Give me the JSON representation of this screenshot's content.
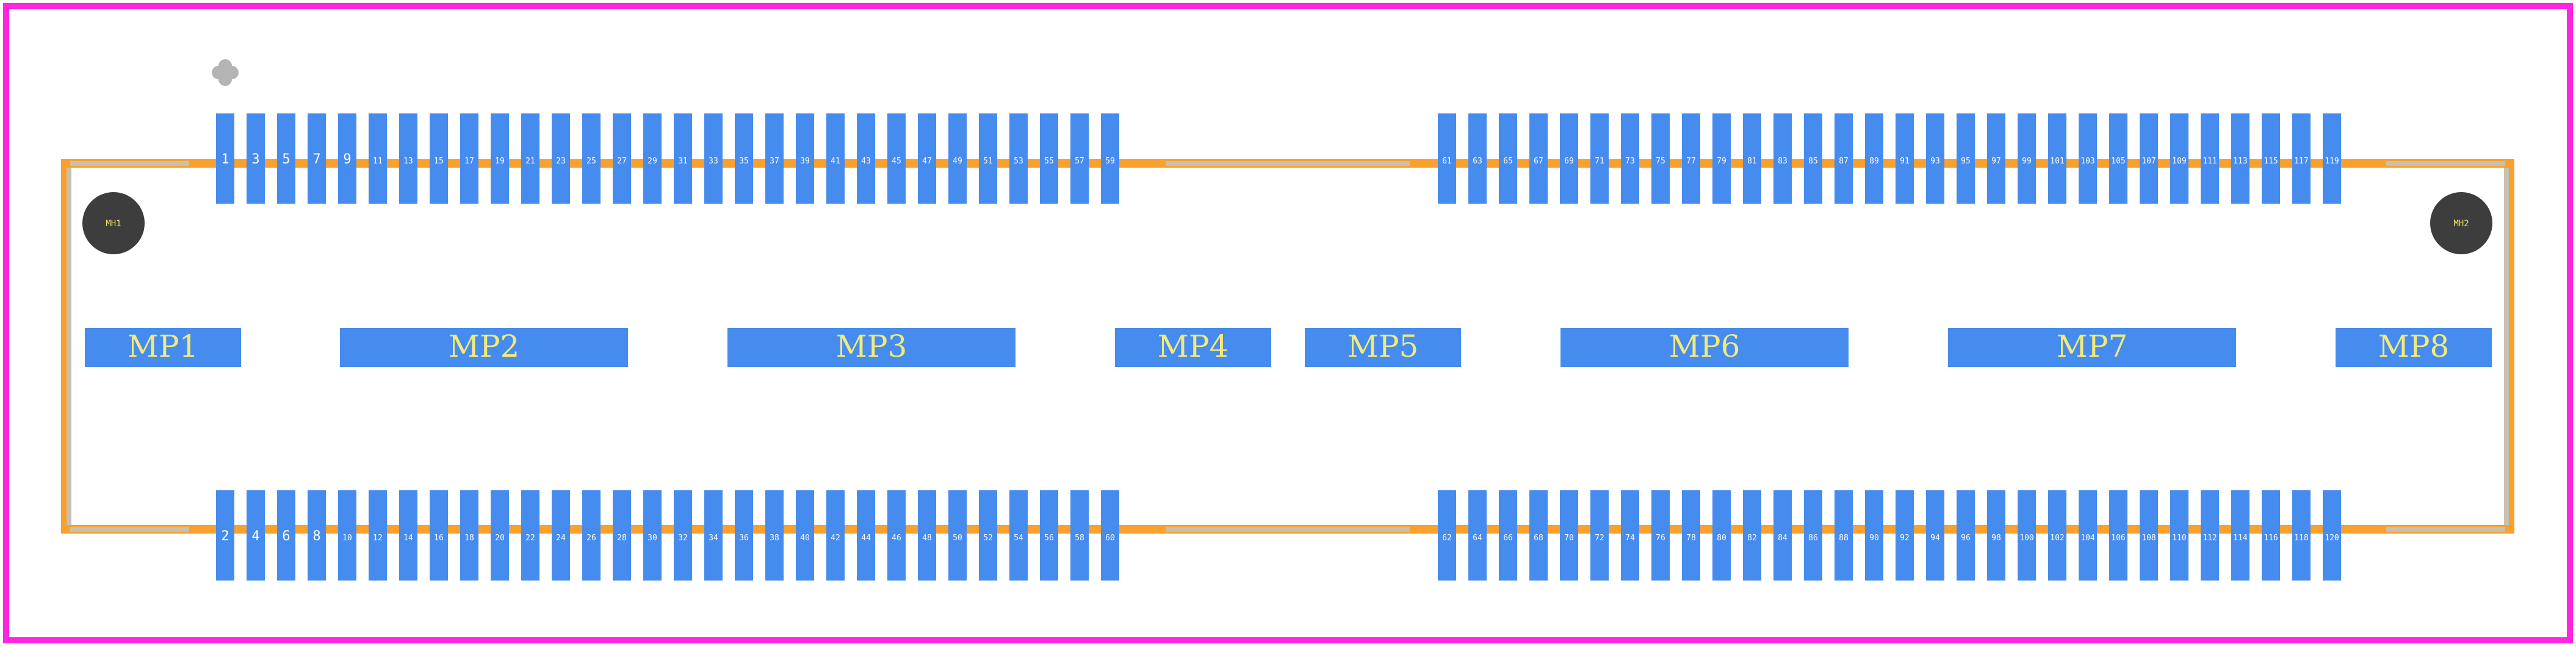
{
  "colors": {
    "background": "#ffffff",
    "board_outline": "#ff26e2",
    "pad": "#468bee",
    "courtyard": "#f9a12c",
    "silkscreen": "#c8c0b0",
    "mounting_hole": "#3d3d3d",
    "pin1_marker": "#b4b4b4"
  },
  "icons": {
    "pin1_marker": "plus-icon"
  },
  "top_row": {
    "left_group": [
      "1",
      "3",
      "5",
      "7",
      "9",
      "11",
      "13",
      "15",
      "17",
      "19",
      "21",
      "23",
      "25",
      "27",
      "29",
      "31",
      "33",
      "35",
      "37",
      "39",
      "41",
      "43",
      "45",
      "47",
      "49",
      "51",
      "53",
      "55",
      "57",
      "59"
    ],
    "right_group": [
      "61",
      "63",
      "65",
      "67",
      "69",
      "71",
      "73",
      "75",
      "77",
      "79",
      "81",
      "83",
      "85",
      "87",
      "89",
      "91",
      "93",
      "95",
      "97",
      "99",
      "101",
      "103",
      "105",
      "107",
      "109",
      "111",
      "113",
      "115",
      "117",
      "119"
    ]
  },
  "bottom_row": {
    "left_group": [
      "2",
      "4",
      "6",
      "8",
      "10",
      "12",
      "14",
      "16",
      "18",
      "20",
      "22",
      "24",
      "26",
      "28",
      "30",
      "32",
      "34",
      "36",
      "38",
      "40",
      "42",
      "44",
      "46",
      "48",
      "50",
      "52",
      "54",
      "56",
      "58",
      "60"
    ],
    "right_group": [
      "62",
      "64",
      "66",
      "68",
      "70",
      "72",
      "74",
      "76",
      "78",
      "80",
      "82",
      "84",
      "86",
      "88",
      "90",
      "92",
      "94",
      "96",
      "98",
      "100",
      "102",
      "104",
      "106",
      "108",
      "110",
      "112",
      "114",
      "116",
      "118",
      "120"
    ]
  },
  "mounting_pads": [
    "MP1",
    "MP2",
    "MP3",
    "MP4",
    "MP5",
    "MP6",
    "MP7",
    "MP8"
  ],
  "mounting_holes": [
    "MH1",
    "MH2"
  ]
}
